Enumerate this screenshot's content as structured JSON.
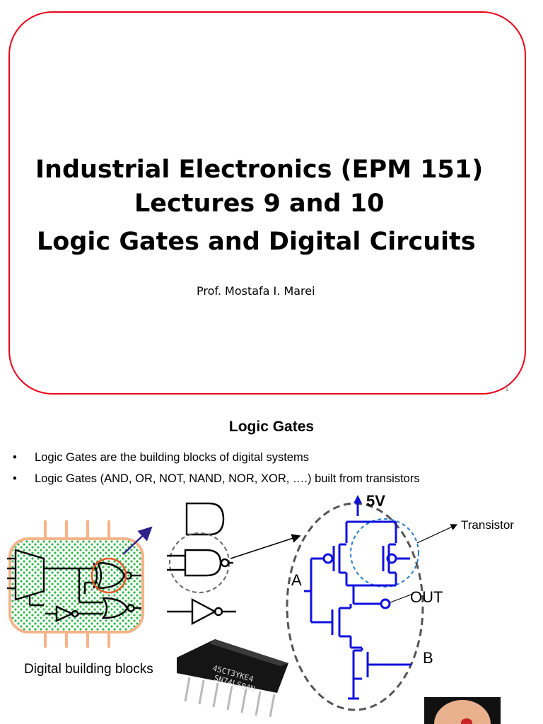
{
  "slide1": {
    "title_line1": "Industrial Electronics (EPM 151)",
    "title_line2": "Lectures 9 and 10",
    "title_line3": "Logic Gates and Digital Circuits",
    "author": "Prof. Mostafa I. Marei",
    "page_number": "1",
    "frame_color": "#e8001a"
  },
  "slide2": {
    "title": "Logic Gates",
    "bullets": [
      "Logic Gates are the building blocks of digital systems",
      "Logic Gates (AND, OR, NOT, NAND, NOR, XOR, ….) built from transistors"
    ],
    "figure": {
      "chip_caption": "Digital building blocks",
      "supply_label": "5V",
      "transistor_label": "Transistor",
      "input_a_label": "A",
      "input_b_label": "B",
      "output_label": "OUT",
      "ic_marking_line1": "45CT3YKE4",
      "ic_marking_line2": "SN74LS04N",
      "circuit_color": "#1010dd",
      "chip_board_color": "#f6b38a",
      "chip_dot_color": "#2fb84a"
    }
  }
}
